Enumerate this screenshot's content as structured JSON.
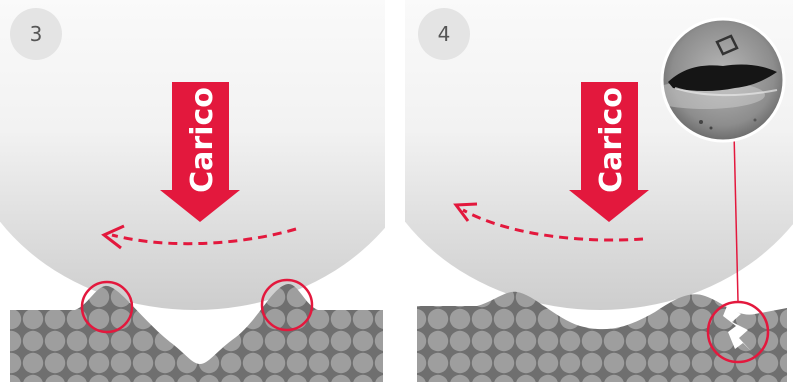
{
  "panels": [
    {
      "step": "3",
      "load_label": "Carico"
    },
    {
      "step": "4",
      "load_label": "Carico"
    }
  ],
  "colors": {
    "accent_red": "#e3183d",
    "badge_bg": "#e4e4e4",
    "surface_dark": "#6f6f6f",
    "surface_circles": "#9d9d9d",
    "roller_gradient_top": "#ffffff",
    "roller_gradient_bottom": "#cfcfcf"
  },
  "icons": {
    "rotation": "dashed-curved-arrow-left",
    "load": "down-arrow",
    "stress_highlight": "circle-outline",
    "crack": "lightning-crack",
    "inset_photo": "micrograph-of-crack"
  }
}
